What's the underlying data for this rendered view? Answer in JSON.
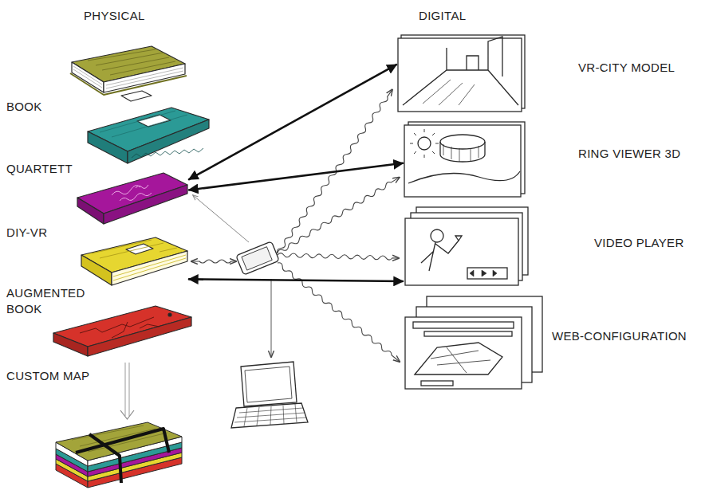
{
  "diagram": {
    "nodes": [
      {
        "text": [
          "BOOK"
        ]
      },
      {
        "text": [
          "QUARTETT"
        ]
      },
      {
        "text": [
          "DIY-VR"
        ]
      },
      {
        "text": [
          "AUGMENTED BOOK"
        ]
      },
      {
        "text": [
          "CUSTOM MAP"
        ]
      },
      {
        "text": [
          "VR-CITY MODEL"
        ]
      },
      {
        "text": [
          "RING VIEWER 3D"
        ]
      },
      {
        "text": [
          "VIDEO PLAYER"
        ]
      },
      {
        "text": [
          "WEB-CONFIGURATION"
        ]
      }
    ],
    "edges": [
      {
        "from": 2,
        "to": 5,
        "arrow": "both"
      },
      {
        "from": 2,
        "to": 6,
        "arrow": "both"
      },
      {
        "from": 3,
        "to": 7,
        "arrow": "both"
      }
    ],
    "labels": [
      "PHYSICAL",
      "DIGITAL"
    ]
  }
}
